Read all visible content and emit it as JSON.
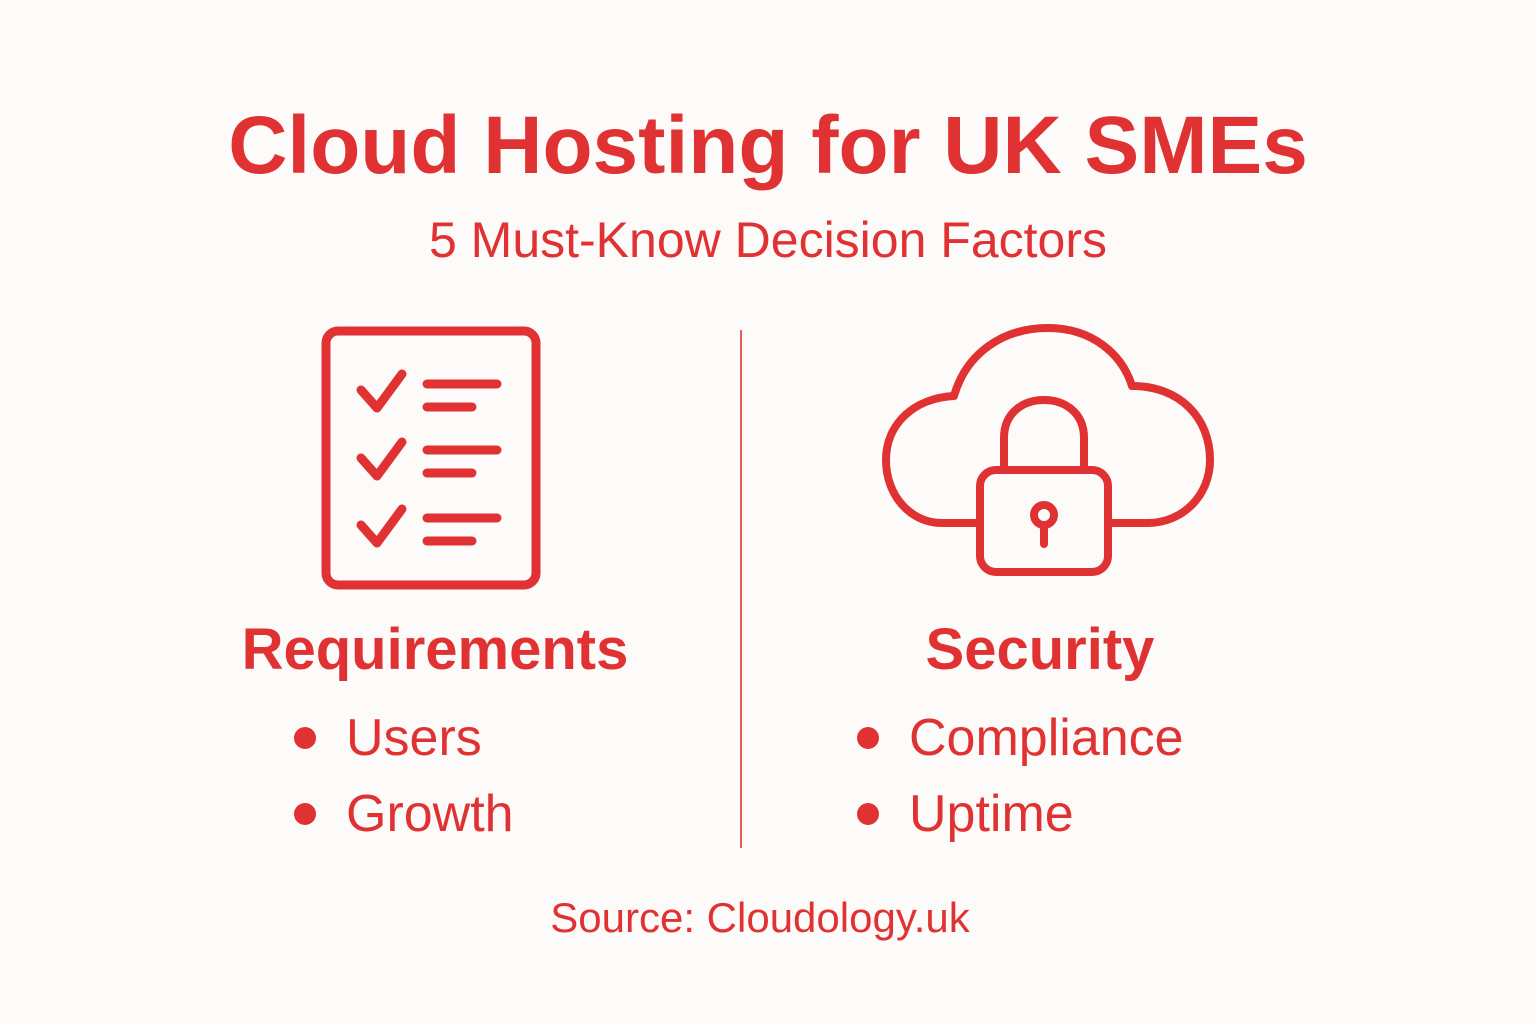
{
  "header": {
    "title": "Cloud Hosting for UK SMEs",
    "subtitle": "5 Must-Know Decision Factors"
  },
  "columns": [
    {
      "icon": "checklist-icon",
      "heading": "Requirements",
      "items": [
        "Users",
        "Growth"
      ]
    },
    {
      "icon": "cloud-lock-icon",
      "heading": "Security",
      "items": [
        "Compliance",
        "Uptime"
      ]
    }
  ],
  "footer": {
    "source": "Source: Cloudology.uk"
  },
  "colors": {
    "accent": "#e03232",
    "background": "#fcfbfa"
  }
}
